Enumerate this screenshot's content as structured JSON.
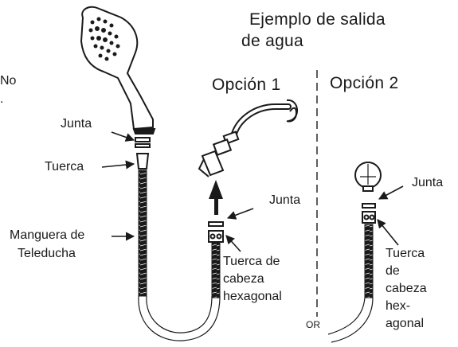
{
  "heading": {
    "line1": "Ejemplo de salida",
    "line2": "de agua"
  },
  "options": {
    "option1": "Opción 1",
    "option2": "Opción 2",
    "separator_text": "OR"
  },
  "margin_fragments": {
    "top": "No",
    "bottom": "."
  },
  "left_labels": {
    "gasket": "Junta",
    "nut": "Tuerca",
    "hose_line1": "Manguera de",
    "hose_line2": "Teleducha"
  },
  "option1_labels": {
    "gasket": "Junta",
    "hex_nut_lines": [
      "Tuerca de",
      "cabeza",
      "hexagonal"
    ]
  },
  "option2_labels": {
    "gasket": "Junta",
    "hex_nut_lines": [
      "Tuerca",
      "de",
      "cabeza",
      "hex-",
      "agonal"
    ]
  }
}
